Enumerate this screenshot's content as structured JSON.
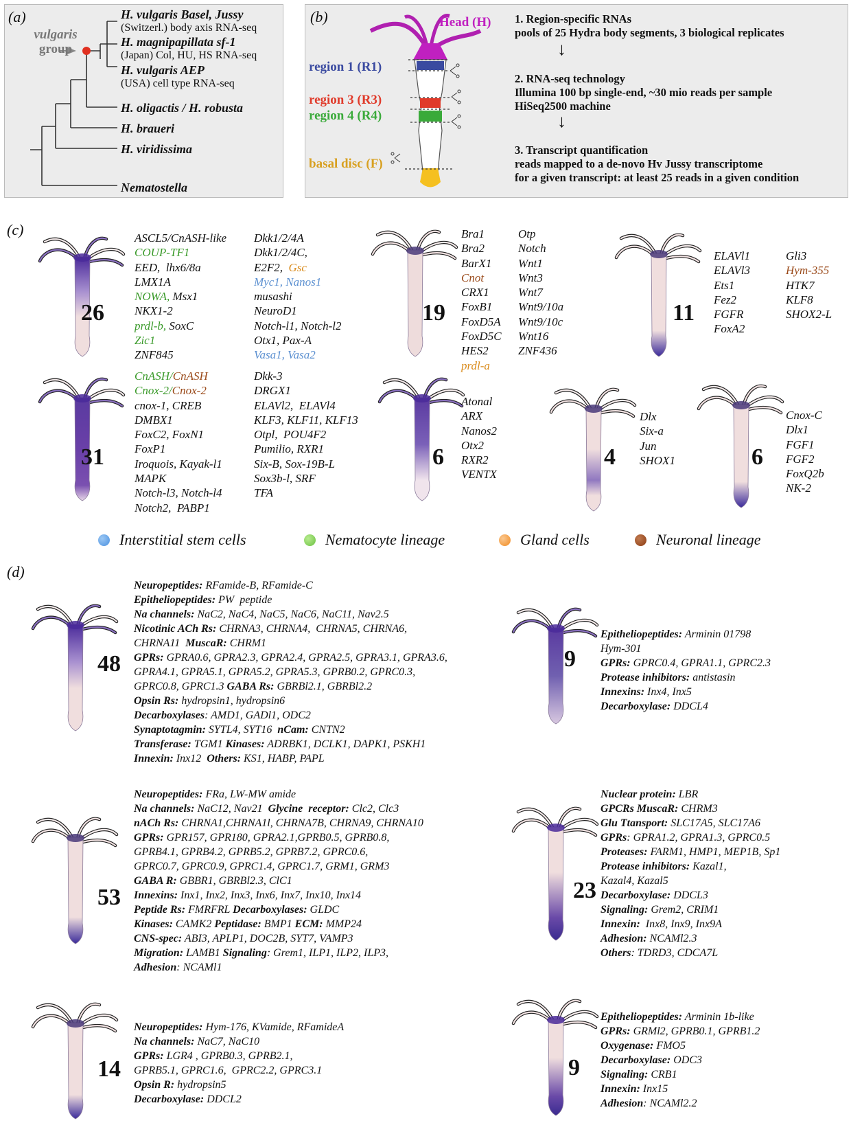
{
  "panel_a": {
    "label": "(a)",
    "group_label": [
      "vulgaris",
      "group"
    ],
    "taxa": [
      {
        "name": "H. vulgaris Basel, Jussy",
        "sub": "(Switzerl.) body axis RNA-seq"
      },
      {
        "name": "H. magnipapillata sf-1",
        "sub": "(Japan) Col, HU, HS RNA-seq"
      },
      {
        "name": "H. vulgaris AEP",
        "sub": "(USA) cell type RNA-seq"
      },
      {
        "name": "H. oligactis / H. robusta",
        "sub": ""
      },
      {
        "name": "H. braueri",
        "sub": ""
      },
      {
        "name": "H. viridissima",
        "sub": ""
      },
      {
        "name": "Nematostella",
        "sub": ""
      }
    ]
  },
  "panel_b": {
    "label": "(b)",
    "regions": [
      {
        "name": "Head (H)",
        "color": "#c020c0"
      },
      {
        "name": "region 1 (R1)",
        "color": "#3a4aa0"
      },
      {
        "name": "region 3 (R3)",
        "color": "#e03a2a"
      },
      {
        "name": "region 4 (R4)",
        "color": "#3aaa3a"
      },
      {
        "name": "basal disc (F)",
        "color": "#e0b020"
      }
    ],
    "steps": [
      {
        "title": "1. Region-specific RNAs",
        "lines": [
          "pools of 25 Hydra body segments, 3 biological replicates"
        ]
      },
      {
        "title": "2. RNA-seq technology",
        "lines": [
          "Illumina 100 bp single-end, ~30 mio reads per sample",
          "HiSeq2500 machine"
        ]
      },
      {
        "title": "3. Transcript quantification",
        "lines": [
          "reads mapped to a de-novo Hv Jussy transcriptome",
          "for a given transcript: at least 25 reads in a given condition"
        ]
      }
    ]
  },
  "panel_c": {
    "label": "(c)",
    "groups": [
      {
        "count": "26"
      },
      {
        "count": "19"
      },
      {
        "count": "11"
      },
      {
        "count": "31"
      },
      {
        "count": "6"
      },
      {
        "count": "4"
      },
      {
        "count": "6"
      }
    ],
    "legend": [
      {
        "label": "Interstitial stem cells",
        "color": "#4a90e0"
      },
      {
        "label": "Nematocyte lineage",
        "color": "#6ac040"
      },
      {
        "label": "Gland cells",
        "color": "#f08a20"
      },
      {
        "label": "Neuronal lineage",
        "color": "#8a3a10"
      }
    ]
  },
  "panel_d": {
    "label": "(d)",
    "groups": [
      {
        "count": "48"
      },
      {
        "count": "9"
      },
      {
        "count": "53"
      },
      {
        "count": "23"
      },
      {
        "count": "14"
      },
      {
        "count": "9"
      }
    ]
  }
}
